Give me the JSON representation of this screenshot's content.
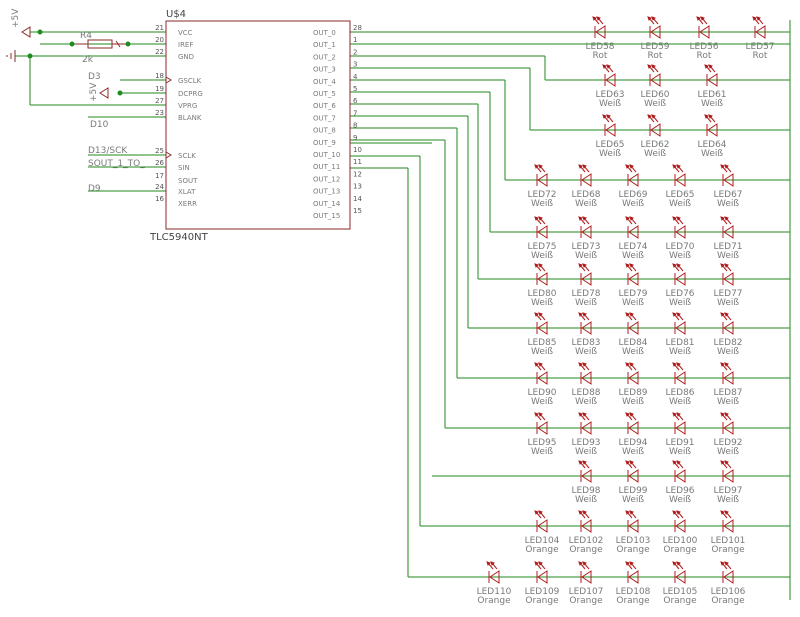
{
  "chip": {
    "name": "U$4",
    "value": "TLC5940NT",
    "left_pins": [
      {
        "num": "21",
        "name": "VCC"
      },
      {
        "num": "20",
        "name": "IREF"
      },
      {
        "num": "22",
        "name": "GND"
      },
      {
        "num": "18",
        "name": "GSCLK"
      },
      {
        "num": "19",
        "name": "DCPRG"
      },
      {
        "num": "27",
        "name": "VPRG"
      },
      {
        "num": "23",
        "name": "BLANK"
      },
      {
        "num": "25",
        "name": "SCLK"
      },
      {
        "num": "26",
        "name": "SIN"
      },
      {
        "num": "17",
        "name": "SOUT"
      },
      {
        "num": "24",
        "name": "XLAT"
      },
      {
        "num": "16",
        "name": "XERR"
      }
    ],
    "right_pins": [
      {
        "num": "28",
        "name": "OUT_0"
      },
      {
        "num": "1",
        "name": "OUT_1"
      },
      {
        "num": "2",
        "name": "OUT_2"
      },
      {
        "num": "3",
        "name": "OUT_3"
      },
      {
        "num": "4",
        "name": "OUT_4"
      },
      {
        "num": "5",
        "name": "OUT_5"
      },
      {
        "num": "6",
        "name": "OUT_6"
      },
      {
        "num": "7",
        "name": "OUT_7"
      },
      {
        "num": "8",
        "name": "OUT_8"
      },
      {
        "num": "9",
        "name": "OUT_9"
      },
      {
        "num": "10",
        "name": "OUT_10"
      },
      {
        "num": "11",
        "name": "OUT_11"
      },
      {
        "num": "12",
        "name": "OUT_12"
      },
      {
        "num": "13",
        "name": "OUT_13"
      },
      {
        "num": "14",
        "name": "OUT_14"
      },
      {
        "num": "15",
        "name": "OUT_15"
      }
    ]
  },
  "resistor": {
    "name": "R4",
    "value": "2k"
  },
  "supply_labels": [
    "+5V",
    "+5V"
  ],
  "net_labels": [
    "D3",
    "D10",
    "D13/SCK",
    "SOUT_1_TO_",
    "D9"
  ],
  "led_rows": [
    {
      "leds": [
        {
          "name": "LED58",
          "color": "Rot"
        },
        {
          "name": "LED59",
          "color": "Rot"
        },
        {
          "name": "LED56",
          "color": "Rot"
        },
        {
          "name": "LED57",
          "color": "Rot"
        }
      ]
    },
    {
      "leds": [
        {
          "name": "LED63",
          "color": "Weiß"
        },
        {
          "name": "LED60",
          "color": "Weiß"
        },
        {
          "name": "LED61",
          "color": "Weiß"
        }
      ]
    },
    {
      "leds": [
        {
          "name": "LED65",
          "color": "Weiß"
        },
        {
          "name": "LED62",
          "color": "Weiß"
        },
        {
          "name": "LED64",
          "color": "Weiß"
        }
      ]
    },
    {
      "leds": [
        {
          "name": "LED72",
          "color": "Weiß"
        },
        {
          "name": "LED68",
          "color": "Weiß"
        },
        {
          "name": "LED69",
          "color": "Weiß"
        },
        {
          "name": "LED65",
          "color": "Weiß"
        },
        {
          "name": "LED67",
          "color": "Weiß"
        }
      ]
    },
    {
      "leds": [
        {
          "name": "LED75",
          "color": "Weiß"
        },
        {
          "name": "LED73",
          "color": "Weiß"
        },
        {
          "name": "LED74",
          "color": "Weiß"
        },
        {
          "name": "LED70",
          "color": "Weiß"
        },
        {
          "name": "LED71",
          "color": "Weiß"
        }
      ]
    },
    {
      "leds": [
        {
          "name": "LED80",
          "color": "Weiß"
        },
        {
          "name": "LED78",
          "color": "Weiß"
        },
        {
          "name": "LED79",
          "color": "Weiß"
        },
        {
          "name": "LED76",
          "color": "Weiß"
        },
        {
          "name": "LED77",
          "color": "Weiß"
        }
      ]
    },
    {
      "leds": [
        {
          "name": "LED85",
          "color": "Weiß"
        },
        {
          "name": "LED83",
          "color": "Weiß"
        },
        {
          "name": "LED84",
          "color": "Weiß"
        },
        {
          "name": "LED81",
          "color": "Weiß"
        },
        {
          "name": "LED82",
          "color": "Weiß"
        }
      ]
    },
    {
      "leds": [
        {
          "name": "LED90",
          "color": "Weiß"
        },
        {
          "name": "LED88",
          "color": "Weiß"
        },
        {
          "name": "LED89",
          "color": "Weiß"
        },
        {
          "name": "LED86",
          "color": "Weiß"
        },
        {
          "name": "LED87",
          "color": "Weiß"
        }
      ]
    },
    {
      "leds": [
        {
          "name": "LED95",
          "color": "Weiß"
        },
        {
          "name": "LED93",
          "color": "Weiß"
        },
        {
          "name": "LED94",
          "color": "Weiß"
        },
        {
          "name": "LED91",
          "color": "Weiß"
        },
        {
          "name": "LED92",
          "color": "Weiß"
        }
      ]
    },
    {
      "leds": [
        {
          "name": "LED98",
          "color": "Weiß"
        },
        {
          "name": "LED99",
          "color": "Weiß"
        },
        {
          "name": "LED96",
          "color": "Weiß"
        },
        {
          "name": "LED97",
          "color": "Weiß"
        }
      ]
    },
    {
      "leds": [
        {
          "name": "LED104",
          "color": "Orange"
        },
        {
          "name": "LED102",
          "color": "Orange"
        },
        {
          "name": "LED103",
          "color": "Orange"
        },
        {
          "name": "LED100",
          "color": "Orange"
        },
        {
          "name": "LED101",
          "color": "Orange"
        }
      ]
    },
    {
      "leds": [
        {
          "name": "LED110",
          "color": "Orange"
        },
        {
          "name": "LED109",
          "color": "Orange"
        },
        {
          "name": "LED107",
          "color": "Orange"
        },
        {
          "name": "LED108",
          "color": "Orange"
        },
        {
          "name": "LED105",
          "color": "Orange"
        },
        {
          "name": "LED106",
          "color": "Orange"
        }
      ]
    }
  ],
  "colors": {
    "wire": "#1f8a1f",
    "component": "#8a2a2a",
    "led": "#b01c1c",
    "label": "#7a7a7a"
  }
}
